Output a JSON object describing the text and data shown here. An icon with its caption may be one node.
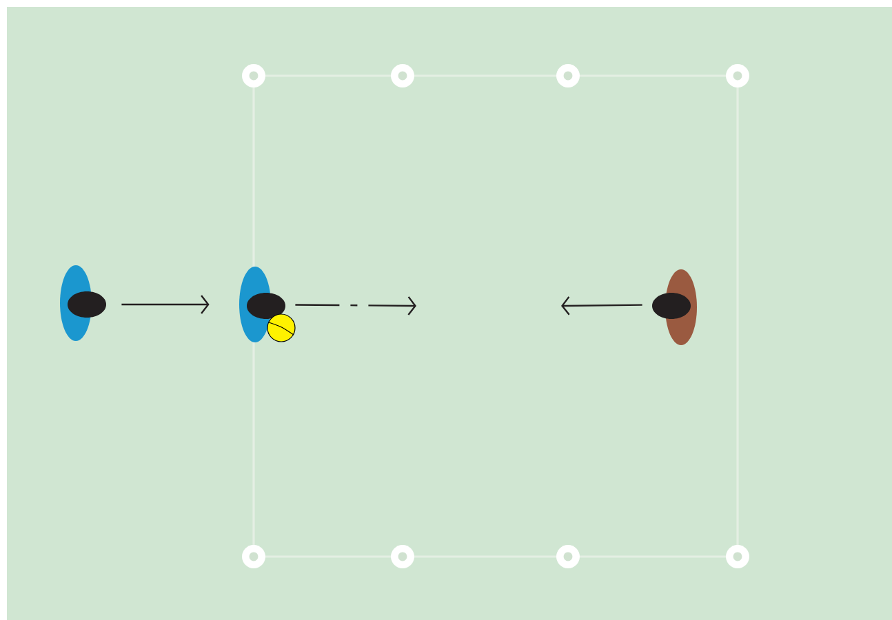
{
  "diagram": {
    "nodes": [
      {
        "text": [],
        "shape": "circle"
      },
      {
        "text": [],
        "shape": "circle"
      },
      {
        "text": [],
        "shape": "circle"
      },
      {
        "text": [],
        "shape": "circle"
      },
      {
        "text": [],
        "shape": "person"
      },
      {
        "text": [],
        "shape": "person"
      },
      {
        "text": [],
        "shape": "ball"
      },
      {
        "text": [],
        "shape": "person"
      },
      {
        "text": [],
        "shape": "circle"
      },
      {
        "text": [],
        "shape": "circle"
      },
      {
        "text": [],
        "shape": "circle"
      },
      {
        "text": [],
        "shape": "circle"
      }
    ],
    "edges": [
      {
        "from": 4,
        "to": 5,
        "arrow": "to"
      },
      {
        "from": 5,
        "to": null,
        "arrow": "to",
        "style": "dashed"
      },
      {
        "from": 7,
        "to": null,
        "arrow": "to"
      }
    ]
  }
}
